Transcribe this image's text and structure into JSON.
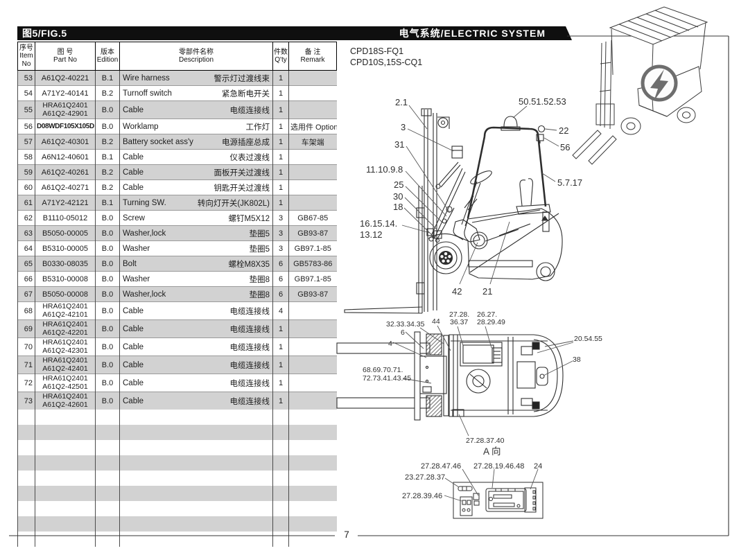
{
  "page": {
    "fig_label": "图5/FIG.5",
    "system_label": "电气系统/ELECTRIC SYSTEM",
    "models": [
      "CPD18S-FQ1",
      "CPD10S,15S-CQ1"
    ],
    "page_number": "7",
    "a_view_label": "A 向"
  },
  "icons": {
    "electric_badge": "lightning-bolt-circle"
  },
  "colors": {
    "stripe": "#d2d2d2",
    "header_bar": "#0f0f0f",
    "line_art": "#2e2e2e"
  },
  "table": {
    "headers": [
      {
        "lines": [
          "序号",
          "Item",
          "No"
        ]
      },
      {
        "lines": [
          "图  号",
          "Part No"
        ]
      },
      {
        "lines": [
          "版本",
          "Edition"
        ]
      },
      {
        "lines": [
          "零部件名称",
          "Description"
        ]
      },
      {
        "lines": [
          "件数",
          "Q'ty"
        ]
      },
      {
        "lines": [
          "备  注",
          "Remark"
        ]
      }
    ],
    "empty_row_count": 9,
    "rows": [
      {
        "no": "53",
        "part": [
          "A61Q2-40221"
        ],
        "ed": "B.1",
        "en": "Wire harness",
        "cn": "警示灯过渡线束",
        "qty": "1",
        "rm": ""
      },
      {
        "no": "54",
        "part": [
          "A71Y2-40141"
        ],
        "ed": "B.2",
        "en": "Turnoff switch",
        "cn": "紧急断电开关",
        "qty": "1",
        "rm": ""
      },
      {
        "no": "55",
        "part": [
          "HRA61Q2401",
          "A61Q2-42901"
        ],
        "ed": "B.0",
        "en": "Cable",
        "cn": "电缆连接线",
        "qty": "1",
        "rm": ""
      },
      {
        "no": "56",
        "part": [
          "D08WDF105X105D"
        ],
        "bold": true,
        "ed": "B.0",
        "en": "Worklamp",
        "cn": "工作灯",
        "qty": "1",
        "rm": "选用件 Option"
      },
      {
        "no": "57",
        "part": [
          "A61Q2-40301"
        ],
        "ed": "B.2",
        "en": "Battery socket ass'y",
        "cn": "电源插座总成",
        "qty": "1",
        "rm": "车架端"
      },
      {
        "no": "58",
        "part": [
          "A6N12-40601"
        ],
        "ed": "B.1",
        "en": "Cable",
        "cn": "仪表过渡线",
        "qty": "1",
        "rm": ""
      },
      {
        "no": "59",
        "part": [
          "A61Q2-40261"
        ],
        "ed": "B.2",
        "en": "Cable",
        "cn": "面板开关过渡线",
        "qty": "1",
        "rm": ""
      },
      {
        "no": "60",
        "part": [
          "A61Q2-40271"
        ],
        "ed": "B.2",
        "en": "Cable",
        "cn": "钥匙开关过渡线",
        "qty": "1",
        "rm": ""
      },
      {
        "no": "61",
        "part": [
          "A71Y2-42121"
        ],
        "ed": "B.1",
        "en": "Turning SW.",
        "cn": "转向灯开关(JK802L)",
        "qty": "1",
        "rm": ""
      },
      {
        "no": "62",
        "part": [
          "B1110-05012"
        ],
        "ed": "B.0",
        "en": "Screw",
        "cn": "螺钉M5X12",
        "qty": "3",
        "rm": "GB67-85"
      },
      {
        "no": "63",
        "part": [
          "B5050-00005"
        ],
        "ed": "B.0",
        "en": "Washer,lock",
        "cn": "垫圈5",
        "qty": "3",
        "rm": "GB93-87"
      },
      {
        "no": "64",
        "part": [
          "B5310-00005"
        ],
        "ed": "B.0",
        "en": "Washer",
        "cn": "垫圈5",
        "qty": "3",
        "rm": "GB97.1-85"
      },
      {
        "no": "65",
        "part": [
          "B0330-08035"
        ],
        "ed": "B.0",
        "en": "Bolt",
        "cn": "螺栓M8X35",
        "qty": "6",
        "rm": "GB5783-86"
      },
      {
        "no": "66",
        "part": [
          "B5310-00008"
        ],
        "ed": "B.0",
        "en": "Washer",
        "cn": "垫圈8",
        "qty": "6",
        "rm": "GB97.1-85"
      },
      {
        "no": "67",
        "part": [
          "B5050-00008"
        ],
        "ed": "B.0",
        "en": "Washer,lock",
        "cn": "垫圈8",
        "qty": "6",
        "rm": "GB93-87"
      },
      {
        "no": "68",
        "part": [
          "HRA61Q2401",
          "A61Q2-42101"
        ],
        "ed": "B.0",
        "en": "Cable",
        "cn": "电缆连接线",
        "qty": "4",
        "rm": ""
      },
      {
        "no": "69",
        "part": [
          "HRA61Q2401",
          "A61Q2-42201"
        ],
        "ed": "B.0",
        "en": "Cable",
        "cn": "电缆连接线",
        "qty": "1",
        "rm": ""
      },
      {
        "no": "70",
        "part": [
          "HRA61Q2401",
          "A61Q2-42301"
        ],
        "ed": "B.0",
        "en": "Cable",
        "cn": "电缆连接线",
        "qty": "1",
        "rm": ""
      },
      {
        "no": "71",
        "part": [
          "HRA61Q2401",
          "A61Q2-42401"
        ],
        "ed": "B.0",
        "en": "Cable",
        "cn": "电缆连接线",
        "qty": "1",
        "rm": ""
      },
      {
        "no": "72",
        "part": [
          "HRA61Q2401",
          "A61Q2-42501"
        ],
        "ed": "B.0",
        "en": "Cable",
        "cn": "电缆连接线",
        "qty": "1",
        "rm": ""
      },
      {
        "no": "73",
        "part": [
          "HRA61Q2401",
          "A61Q2-42601"
        ],
        "ed": "B.0",
        "en": "Cable",
        "cn": "电缆连接线",
        "qty": "1",
        "rm": ""
      }
    ]
  },
  "callouts": {
    "side": [
      "2.1",
      "50.51.52.53",
      "3",
      "22",
      "31",
      "56",
      "11.10.9.8",
      "5.7.17",
      "25",
      "30",
      "18",
      "16.15.14.",
      "13.12",
      "42",
      "21"
    ],
    "plan": [
      "32.33.34.35",
      "44",
      "27.28.",
      "36.37",
      "26.27.",
      "28.29.49",
      "6",
      "4",
      "20.54.55",
      "38",
      "68.69.70.71.",
      "72.73.41.43.45",
      "27.28.37.40"
    ],
    "inset": [
      "27.28.47.46",
      "27.28.19.46.48",
      "24",
      "23.27.28.37",
      "27.28.39.46"
    ]
  }
}
